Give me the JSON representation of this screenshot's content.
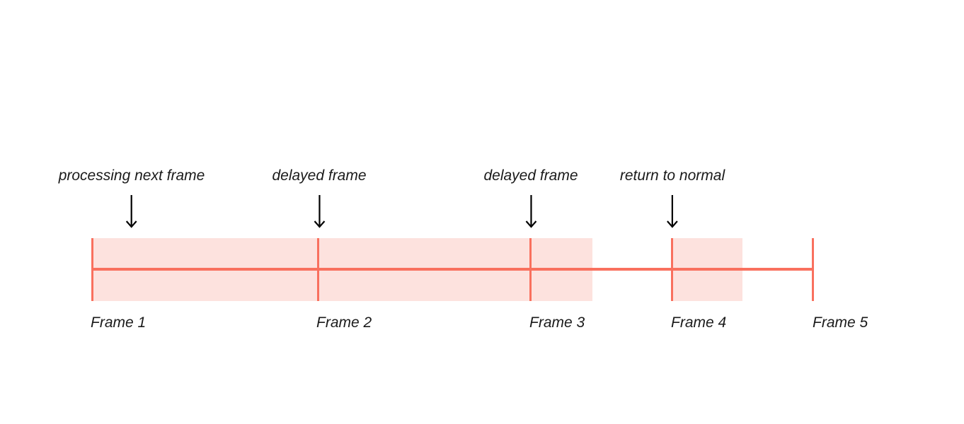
{
  "colors": {
    "timeline": "#F9705E",
    "shading": "#FDE2DE",
    "label-text": "#1A1A1A",
    "arrow": "#000000"
  },
  "annotations": [
    {
      "label": "processing next frame"
    },
    {
      "label": "delayed frame"
    },
    {
      "label": "delayed frame"
    },
    {
      "label": "return to normal"
    }
  ],
  "frames": [
    {
      "label": "Frame 1"
    },
    {
      "label": "Frame 2"
    },
    {
      "label": "Frame 3"
    },
    {
      "label": "Frame 4"
    },
    {
      "label": "Frame 5"
    }
  ]
}
